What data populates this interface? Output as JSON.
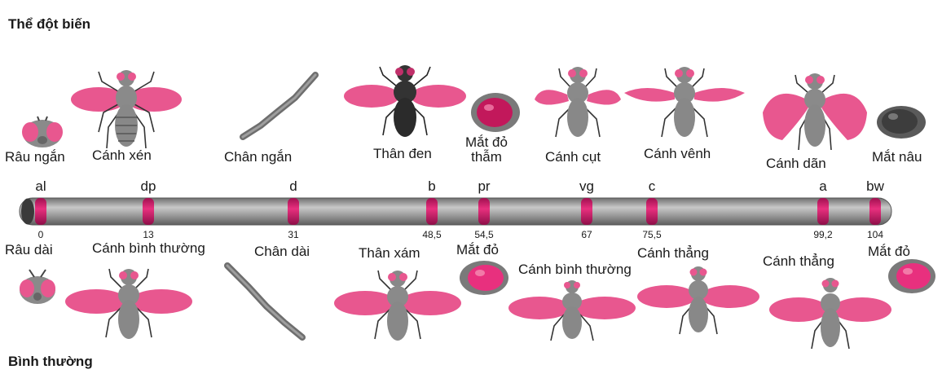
{
  "titles": {
    "mutant": "Thể đột biến",
    "normal": "Bình thường"
  },
  "mutant_labels": [
    "Râu ngắn",
    "Cánh xén",
    "Chân ngắn",
    "Thân đen",
    "Mắt đỏ thẫm",
    "Cánh cụt",
    "Cánh vênh",
    "Cánh dãn",
    "Mắt nâu"
  ],
  "normal_labels": [
    "Râu dài",
    "Cánh bình thường",
    "Chân dài",
    "Thân xám",
    "Mắt đỏ",
    "Cánh bình thường",
    "Cánh thẳng",
    "Cánh thẳng",
    "Mắt đỏ"
  ],
  "loci": [
    {
      "gene": "al",
      "position": "0"
    },
    {
      "gene": "dp",
      "position": "13"
    },
    {
      "gene": "d",
      "position": "31"
    },
    {
      "gene": "b",
      "position": "48,5"
    },
    {
      "gene": "pr",
      "position": "54,5"
    },
    {
      "gene": "vg",
      "position": "67"
    },
    {
      "gene": "c",
      "position": "75,5"
    },
    {
      "gene": "a",
      "position": "99,2"
    },
    {
      "gene": "bw",
      "position": "104"
    }
  ],
  "colors": {
    "wing_pink": "#e8578f",
    "band_magenta": "#d81b72",
    "chromosome_gray": "#9a9a9a",
    "body_gray": "#7a7a7a",
    "body_black": "#333333",
    "eye_brown": "#4a4a4a"
  },
  "icons": [
    "fly-icon",
    "head-icon",
    "eye-icon",
    "leg-icon"
  ]
}
